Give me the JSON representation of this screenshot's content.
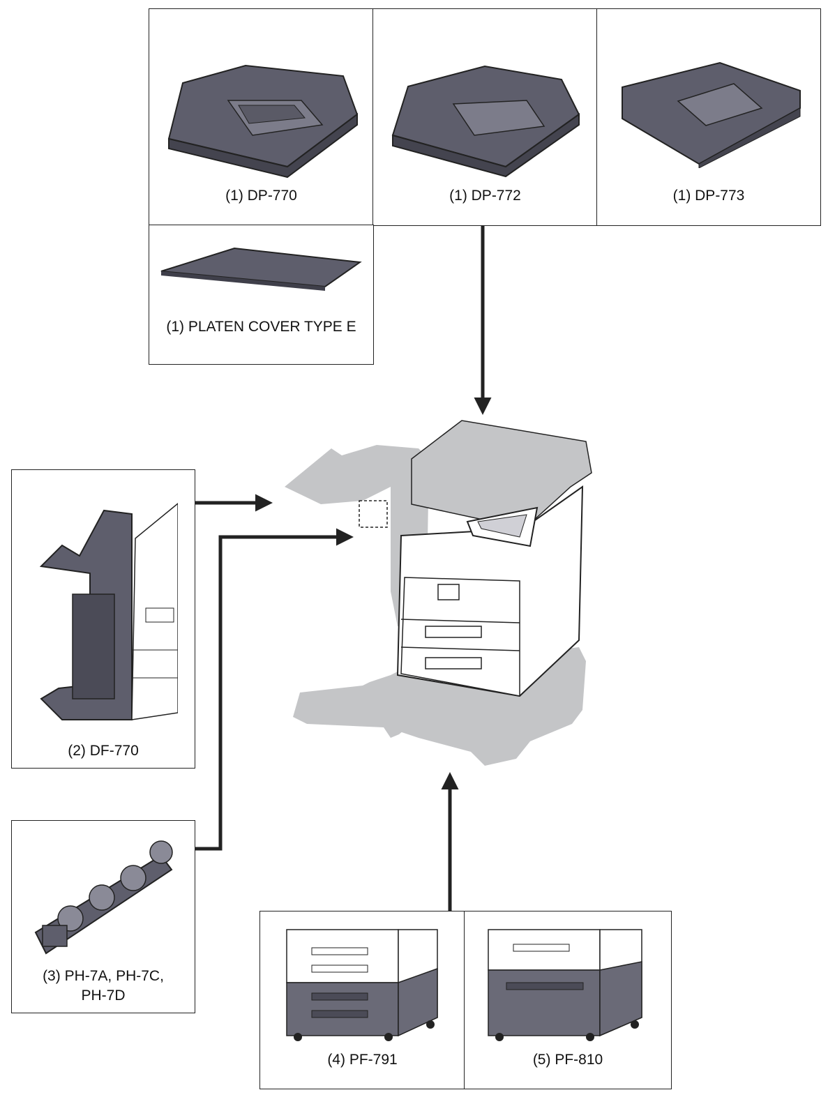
{
  "options": {
    "dp770": {
      "label": "(1) DP-770",
      "icon": "document-processor-dp770-icon"
    },
    "dp772": {
      "label": "(1) DP-772",
      "icon": "document-processor-dp772-icon"
    },
    "dp773": {
      "label": "(1) DP-773",
      "icon": "document-processor-dp773-icon"
    },
    "platen": {
      "label": "(1) PLATEN COVER TYPE E",
      "icon": "platen-cover-icon"
    },
    "df770": {
      "label": "(2) DF-770",
      "icon": "document-finisher-icon"
    },
    "ph7": {
      "label_line1": "(3) PH-7A, PH-7C,",
      "label_line2": "PH-7D",
      "icon": "punch-unit-icon"
    },
    "pf791": {
      "label": "(4) PF-791",
      "icon": "paper-feeder-pf791-icon"
    },
    "pf810": {
      "label": "(5) PF-810",
      "icon": "paper-feeder-pf810-icon"
    }
  },
  "main_unit": {
    "icon": "multifunction-printer-icon"
  },
  "colors": {
    "line": "#222222",
    "device_dark": "#5e5e6c",
    "device_mid": "#8a8a97",
    "device_light": "#ffffff",
    "option_silhouette": "#c4c5c7"
  }
}
